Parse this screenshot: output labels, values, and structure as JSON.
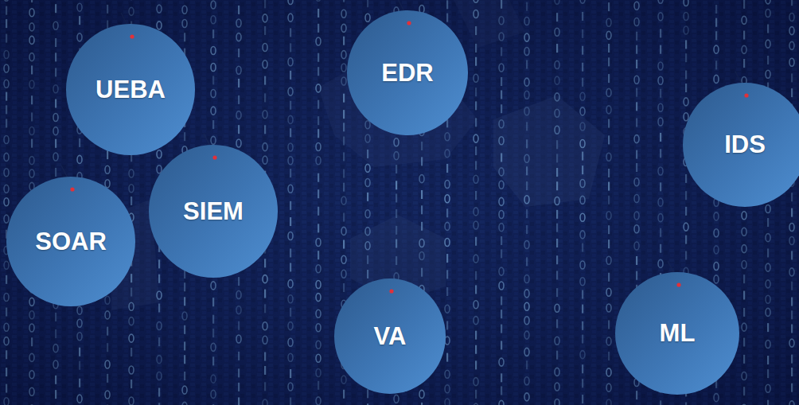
{
  "diagram": {
    "nodes": [
      {
        "text": [
          "UEBA"
        ]
      },
      {
        "text": [
          "EDR"
        ]
      },
      {
        "text": [
          "IDS"
        ]
      },
      {
        "text": [
          "SIEM"
        ]
      },
      {
        "text": [
          "SOAR"
        ]
      },
      {
        "text": [
          "VA"
        ]
      },
      {
        "text": [
          "ML"
        ]
      }
    ]
  }
}
